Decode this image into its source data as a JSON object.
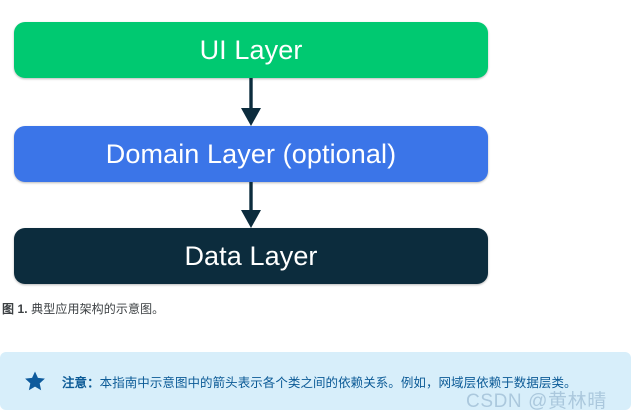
{
  "diagram": {
    "layers": [
      {
        "id": "ui",
        "label": "UI Layer",
        "color": "#00c971"
      },
      {
        "id": "domain",
        "label": "Domain Layer (optional)",
        "color": "#3b75e8"
      },
      {
        "id": "data",
        "label": "Data Layer",
        "color": "#0c2c3d"
      }
    ],
    "arrows": [
      {
        "from": "UI Layer",
        "to": "Domain Layer (optional)",
        "color": "#0c2c3d"
      },
      {
        "from": "Domain Layer (optional)",
        "to": "Data Layer",
        "color": "#0c2c3d"
      }
    ]
  },
  "caption": {
    "number": "图 1.",
    "text": " 典型应用架构的示意图。"
  },
  "note": {
    "icon": "star-icon",
    "icon_color": "#0d5a9c",
    "label": "注意：",
    "text": "本指南中示意图中的箭头表示各个类之间的依赖关系。例如，网域层依赖于数据层类。",
    "background": "#d7eefa",
    "text_color": "#0b5a96"
  },
  "watermark": {
    "text": "CSDN @黄林晴"
  }
}
